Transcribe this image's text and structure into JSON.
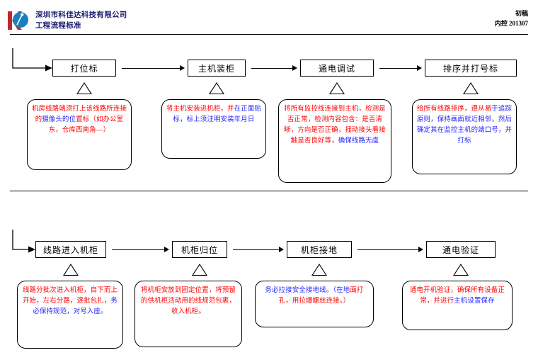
{
  "header": {
    "logo_icon": "kjd-logo-icon",
    "company_name": "深圳市科佳达科技有限公司",
    "doc_subtitle": "工程流程标准",
    "doc_status": "初稿",
    "doc_code": "内控 201307"
  },
  "flow": {
    "rows": [
      {
        "id": "row-1",
        "steps": [
          {
            "box_label": "打位标",
            "note_segments": [
              {
                "text": "机房线路端须打上该线路所连接的",
                "color": "red"
              },
              {
                "text": "摄像头的位",
                "color": "blue"
              },
              {
                "text": "置标（如办公室东，仓库西南角---）",
                "color": "red"
              }
            ]
          },
          {
            "box_label": "主机装柜",
            "note_segments": [
              {
                "text": "将主机安装进机柜，并",
                "color": "red"
              },
              {
                "text": "在正面贴标，标上须注明安装年月日",
                "color": "blue"
              }
            ]
          },
          {
            "box_label": "通电调试",
            "note_segments": [
              {
                "text": "将所有监控线连接到主机，检测是否正常，检测内容包含：是否清晰，方向是否正确，摇动接头看接触是否良好等，",
                "color": "red"
              },
              {
                "text": "确保线路无虞",
                "color": "blue"
              }
            ]
          },
          {
            "box_label": "排序并打号标",
            "note_segments": [
              {
                "text": "给所有线路排序，遵从易",
                "color": "red"
              },
              {
                "text": "于追踪原则，保持画面就近相邻，然后确定其在监控主机的端口号，并打标",
                "color": "blue"
              }
            ]
          }
        ]
      },
      {
        "id": "row-2",
        "steps": [
          {
            "box_label": "线路进入机柜",
            "note_segments": [
              {
                "text": "线路分批次进入机柜，自下而上开始，左右分路，逐批包扎，",
                "color": "red"
              },
              {
                "text": "务必保持规范，对号入座。",
                "color": "blue"
              }
            ]
          },
          {
            "box_label": "机柜归位",
            "note_segments": [
              {
                "text": "将机柜安放到固定位置，将预留的供机柜活动用的线规范包裹，收入机柜。",
                "color": "red"
              }
            ]
          },
          {
            "box_label": "机柜接地",
            "note_segments": [
              {
                "text": "务必拉接安全接地线。（在地",
                "color": "blue"
              },
              {
                "text": "面打孔，用拉爆螺丝连接。）",
                "color": "red"
              }
            ]
          },
          {
            "box_label": "通电验证",
            "note_segments": [
              {
                "text": "通电开机验证，确保所有设备正常，并进行",
                "color": "red"
              },
              {
                "text": "主机设置保存",
                "color": "blue"
              }
            ]
          }
        ]
      }
    ]
  },
  "colors": {
    "note_red": "#ff0000",
    "note_blue": "#2222ff",
    "header_text": "#1a1a6e",
    "logo_red": "#c0272d",
    "logo_blue": "#1a7fc1"
  }
}
